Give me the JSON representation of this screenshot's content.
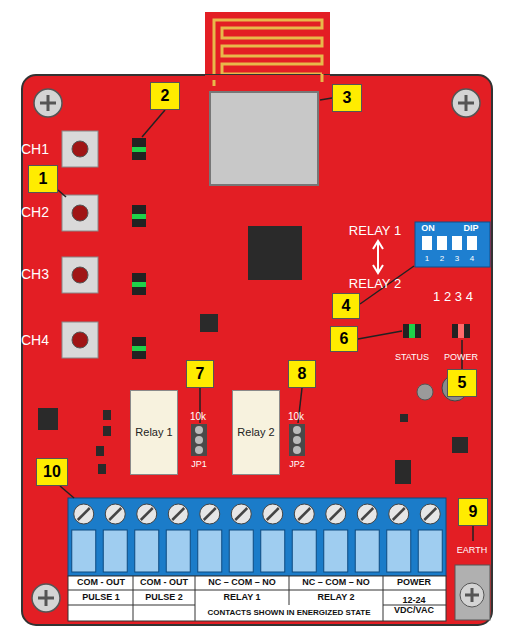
{
  "diagram": {
    "nodes": [
      {
        "text": [
          "2"
        ]
      },
      {
        "text": [
          "3"
        ]
      },
      {
        "text": [
          "1"
        ]
      },
      {
        "text": [
          "4"
        ]
      },
      {
        "text": [
          "6"
        ]
      },
      {
        "text": [
          "5"
        ]
      },
      {
        "text": [
          "7"
        ]
      },
      {
        "text": [
          "8"
        ]
      },
      {
        "text": [
          "Relay 1"
        ]
      },
      {
        "text": [
          "Relay 2"
        ]
      },
      {
        "text": [
          "10"
        ]
      },
      {
        "text": [
          "9"
        ]
      }
    ],
    "labels": [
      "CH1",
      "CH2",
      "CH3",
      "CH4",
      "RELAY 1",
      "RELAY 2",
      "ON",
      "DIP",
      "1",
      "2",
      "3",
      "4",
      "1 2 3 4",
      "STATUS",
      "POWER",
      "10k",
      "JP1",
      "10k",
      "JP2",
      "COM - OUT",
      "COM - OUT",
      "NC – COM – NO",
      "NC – COM – NO",
      "POWER",
      "PULSE 1",
      "PULSE 2",
      "RELAY 1",
      "RELAY 2",
      "CONTACTS SHOWN IN ENERGIZED STATE",
      "12-24 VDC/VAC",
      "EARTH"
    ]
  }
}
